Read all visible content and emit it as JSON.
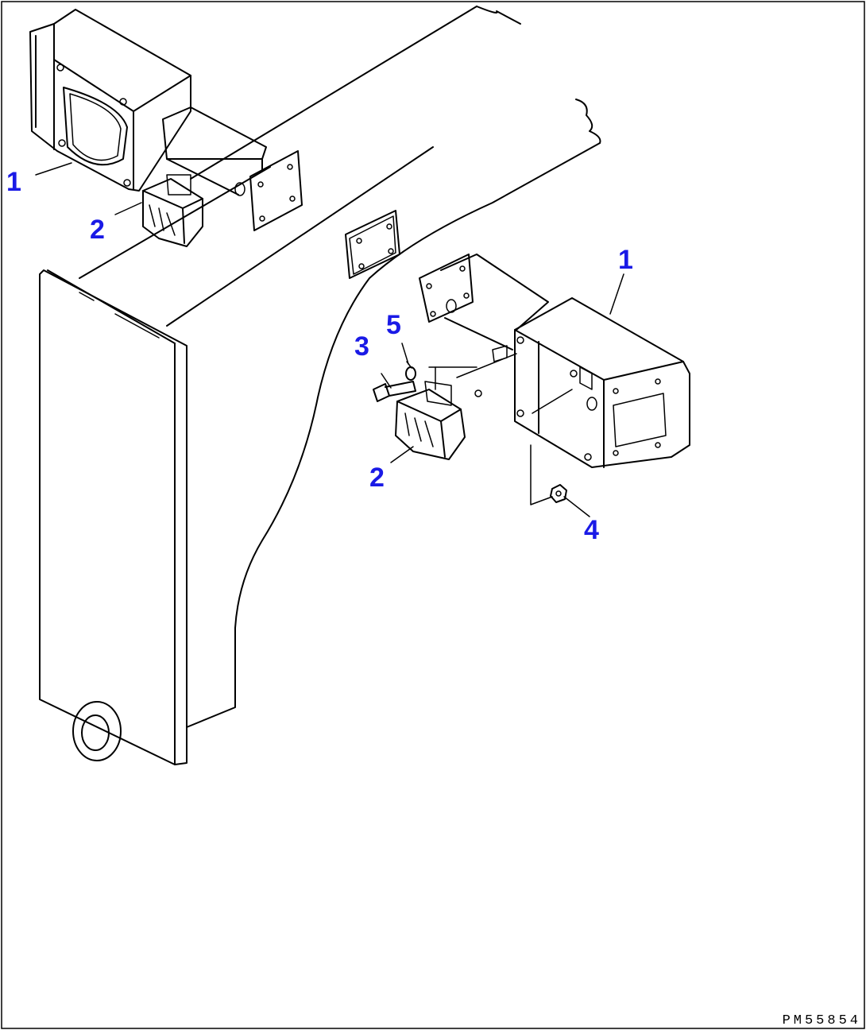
{
  "diagram": {
    "type": "exploded-parts-view",
    "colors": {
      "line": "#000000",
      "label": "#1a1ae6",
      "background": "#ffffff"
    },
    "labels": [
      {
        "id": "1",
        "text": "1"
      },
      {
        "id": "2",
        "text": "2"
      },
      {
        "id": "1b",
        "text": "1"
      },
      {
        "id": "3",
        "text": "3"
      },
      {
        "id": "5",
        "text": "5"
      },
      {
        "id": "2b",
        "text": "2"
      },
      {
        "id": "4",
        "text": "4"
      }
    ],
    "reference_code": "PM55854"
  }
}
